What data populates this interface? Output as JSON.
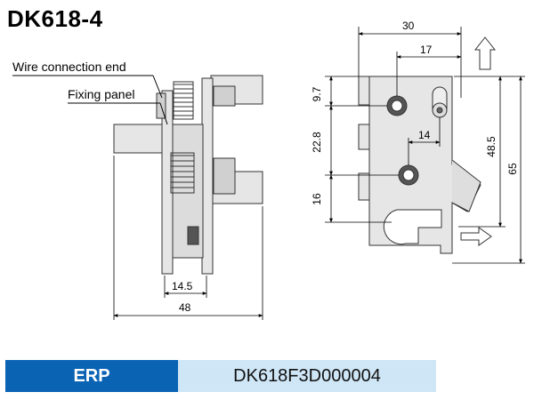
{
  "title": "DK618-4",
  "labels": {
    "wire_connection_end": "Wire connection end",
    "fixing_panel": "Fixing panel"
  },
  "side_view_dims": {
    "inner_width": "14.5",
    "overall_width": "48"
  },
  "front_view_dims": {
    "top_width": "30",
    "hole_offset": "17",
    "pin_spacing": "14",
    "top_to_hole": "9.7",
    "hole_spacing": "22.8",
    "hole_to_slot": "16",
    "inner_height": "48.5",
    "overall_height": "65"
  },
  "erp": {
    "label": "ERP",
    "value": "DK618F3D000004"
  },
  "colors": {
    "erp_label_bg": "#0b63b4",
    "erp_value_bg": "#cfe6f6",
    "metal": "#e6e6e6",
    "outline": "#333333"
  }
}
